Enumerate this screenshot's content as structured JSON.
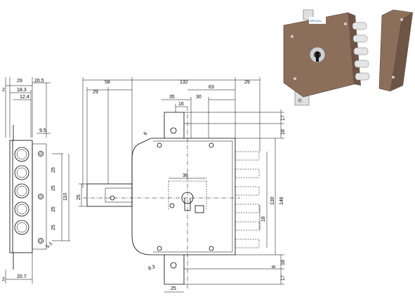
{
  "diagram": {
    "side_view_dimensions": {
      "d_29": "29",
      "d_20_5": "20.5",
      "d_2_top": "2",
      "d_18_3": "18.3",
      "d_12_4": "12.4",
      "d_9_5": "9.5",
      "d_25_a": "25",
      "d_25_b": "25",
      "d_25_c": "25",
      "d_25_d": "25",
      "d_110": "110",
      "d_5_1": "5.1",
      "d_2_bottom": "2",
      "d_20_7": "20.7"
    },
    "front_view_dimensions": {
      "d_58": "58",
      "d_132": "132",
      "d_29_right": "29",
      "d_29_left": "29",
      "d_63": "63",
      "d_35": "35",
      "d_30": "30",
      "d_16": "16",
      "d_6": "6",
      "d_17_top": "17",
      "d_18_top": "18",
      "d_38": "38",
      "d_25_hook": "25",
      "d_130": "130",
      "d_146": "146",
      "d_18_bolt": "18",
      "d_8_3": "8.3",
      "d_8": "8",
      "d_18_bottom": "18",
      "d_17_bottom": "17",
      "d_25_bottom": "25"
    },
    "product_photo": {
      "logo_text": "SPECIAL"
    },
    "colors": {
      "lock_body": "#8c6f5b",
      "lock_body_dark": "#5e4637",
      "chrome": "#d9d9d9"
    }
  }
}
